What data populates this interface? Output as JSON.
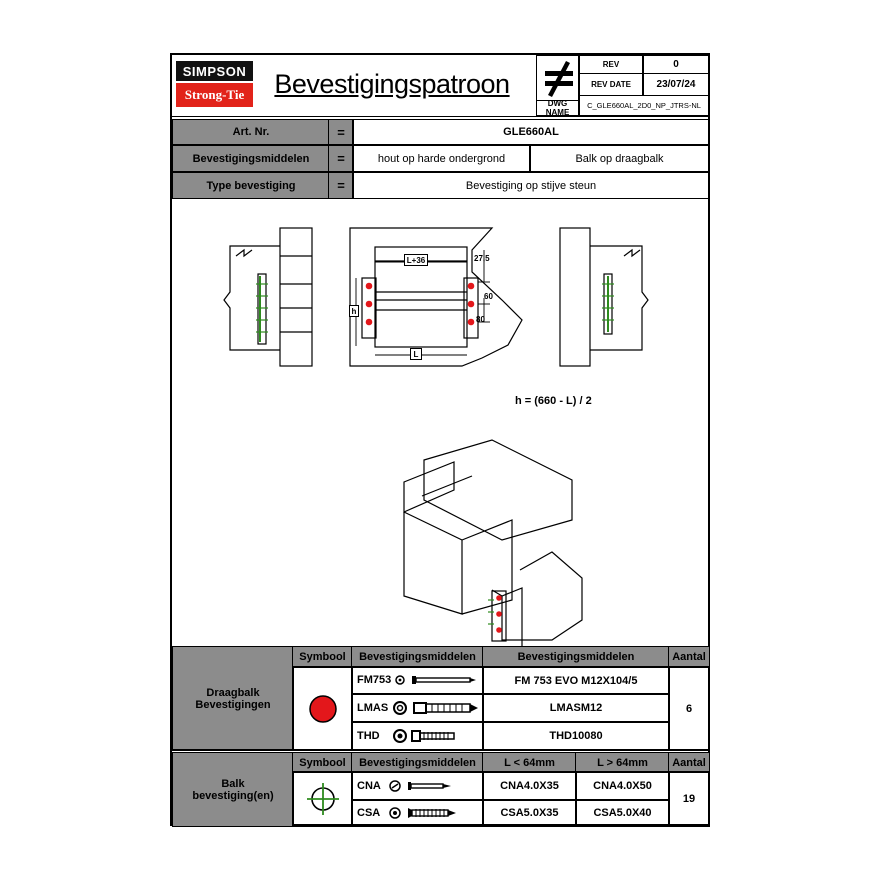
{
  "logo": {
    "top": "SIMPSON",
    "bottom": "Strong-Tie"
  },
  "title": "Bevestigingspatroon",
  "title_block": {
    "rev_label": "REV",
    "rev_value": "0",
    "rev_date_label": "REV DATE",
    "rev_date_value": "23/07/24",
    "dwg_name_label": "DWG NAME",
    "dwg_name_value": "C_GLE660AL_2D0_NP_JTRS-NL"
  },
  "header_rows": {
    "art_label": "Art. Nr.",
    "art_value": "GLE660AL",
    "means_label": "Bevestigingsmiddelen",
    "means_value_1": "hout op harde ondergrond",
    "means_value_2": "Balk op draagbalk",
    "type_label": "Type bevestiging",
    "type_value": "Bevestiging op stijve steun",
    "eq": "="
  },
  "drawing": {
    "dim_L36": "L+36",
    "dim_L": "L",
    "dim_h": "h",
    "dim_275": "27,5",
    "dim_60": "60",
    "dim_80": "80",
    "formula": "h = (660 - L) / 2"
  },
  "table1": {
    "section_label": "Draagbalk\nBevestigingen",
    "col_symbol": "Symbool",
    "col_means": "Bevestigingsmiddelen",
    "col_means2": "Bevestigingsmiddelen",
    "col_count": "Aantal",
    "rows": [
      {
        "code": "FM753",
        "product": "FM 753 EVO M12X104/5"
      },
      {
        "code": "LMAS",
        "product": "LMASM12"
      },
      {
        "code": "THD",
        "product": "THD10080"
      }
    ],
    "count": "6",
    "symbol_color": "#e3171b"
  },
  "table2": {
    "section_label": "Balk\nbevestiging(en)",
    "col_symbol": "Symbool",
    "col_means": "Bevestigingsmiddelen",
    "col_lt": "L < 64mm",
    "col_gt": "L > 64mm",
    "col_count": "Aantal",
    "rows": [
      {
        "code": "CNA",
        "lt": "CNA4.0X35",
        "gt": "CNA4.0X50"
      },
      {
        "code": "CSA",
        "lt": "CSA5.0X35",
        "gt": "CSA5.0X40"
      }
    ],
    "count": "19",
    "symbol_color": "#2e8b1e"
  }
}
